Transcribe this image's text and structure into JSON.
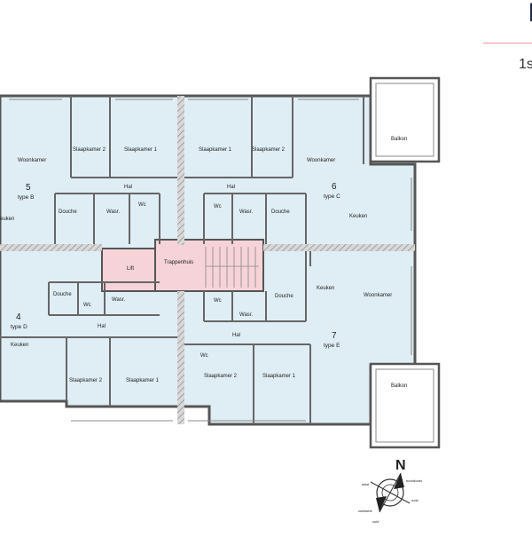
{
  "header": {
    "title": "F",
    "floor_label": "1s"
  },
  "colors": {
    "wall": "#666666",
    "floor": "#dfeef4",
    "core": "#f6d3d8",
    "hatch": "#9a9a9a",
    "accent_line": "#e89aa0",
    "title": "#1d2a4a"
  },
  "units": [
    {
      "id": "unit-5",
      "number": "5",
      "type": "type B"
    },
    {
      "id": "unit-6",
      "number": "6",
      "type": "type C"
    },
    {
      "id": "unit-4",
      "number": "4",
      "type": "type D"
    },
    {
      "id": "unit-7",
      "number": "7",
      "type": "type E"
    }
  ],
  "rooms": {
    "woonkamer": "Woonkamer",
    "slaapkamer_1": "Slaapkamer 1",
    "slaapkamer_2": "Slaapkamer 2",
    "hal": "Hal",
    "douche": "Douche",
    "wasr": "Wasr.",
    "wc": "Wc",
    "keuken": "Keuken",
    "keuken_cut": "euken",
    "balkon": "Balkon",
    "lift": "Lift",
    "trappenhuis": "Trappenhuis"
  },
  "compass": {
    "north": "N",
    "labels": [
      "west",
      "noordoost",
      "oost",
      "zuid",
      "zuidwest"
    ]
  }
}
